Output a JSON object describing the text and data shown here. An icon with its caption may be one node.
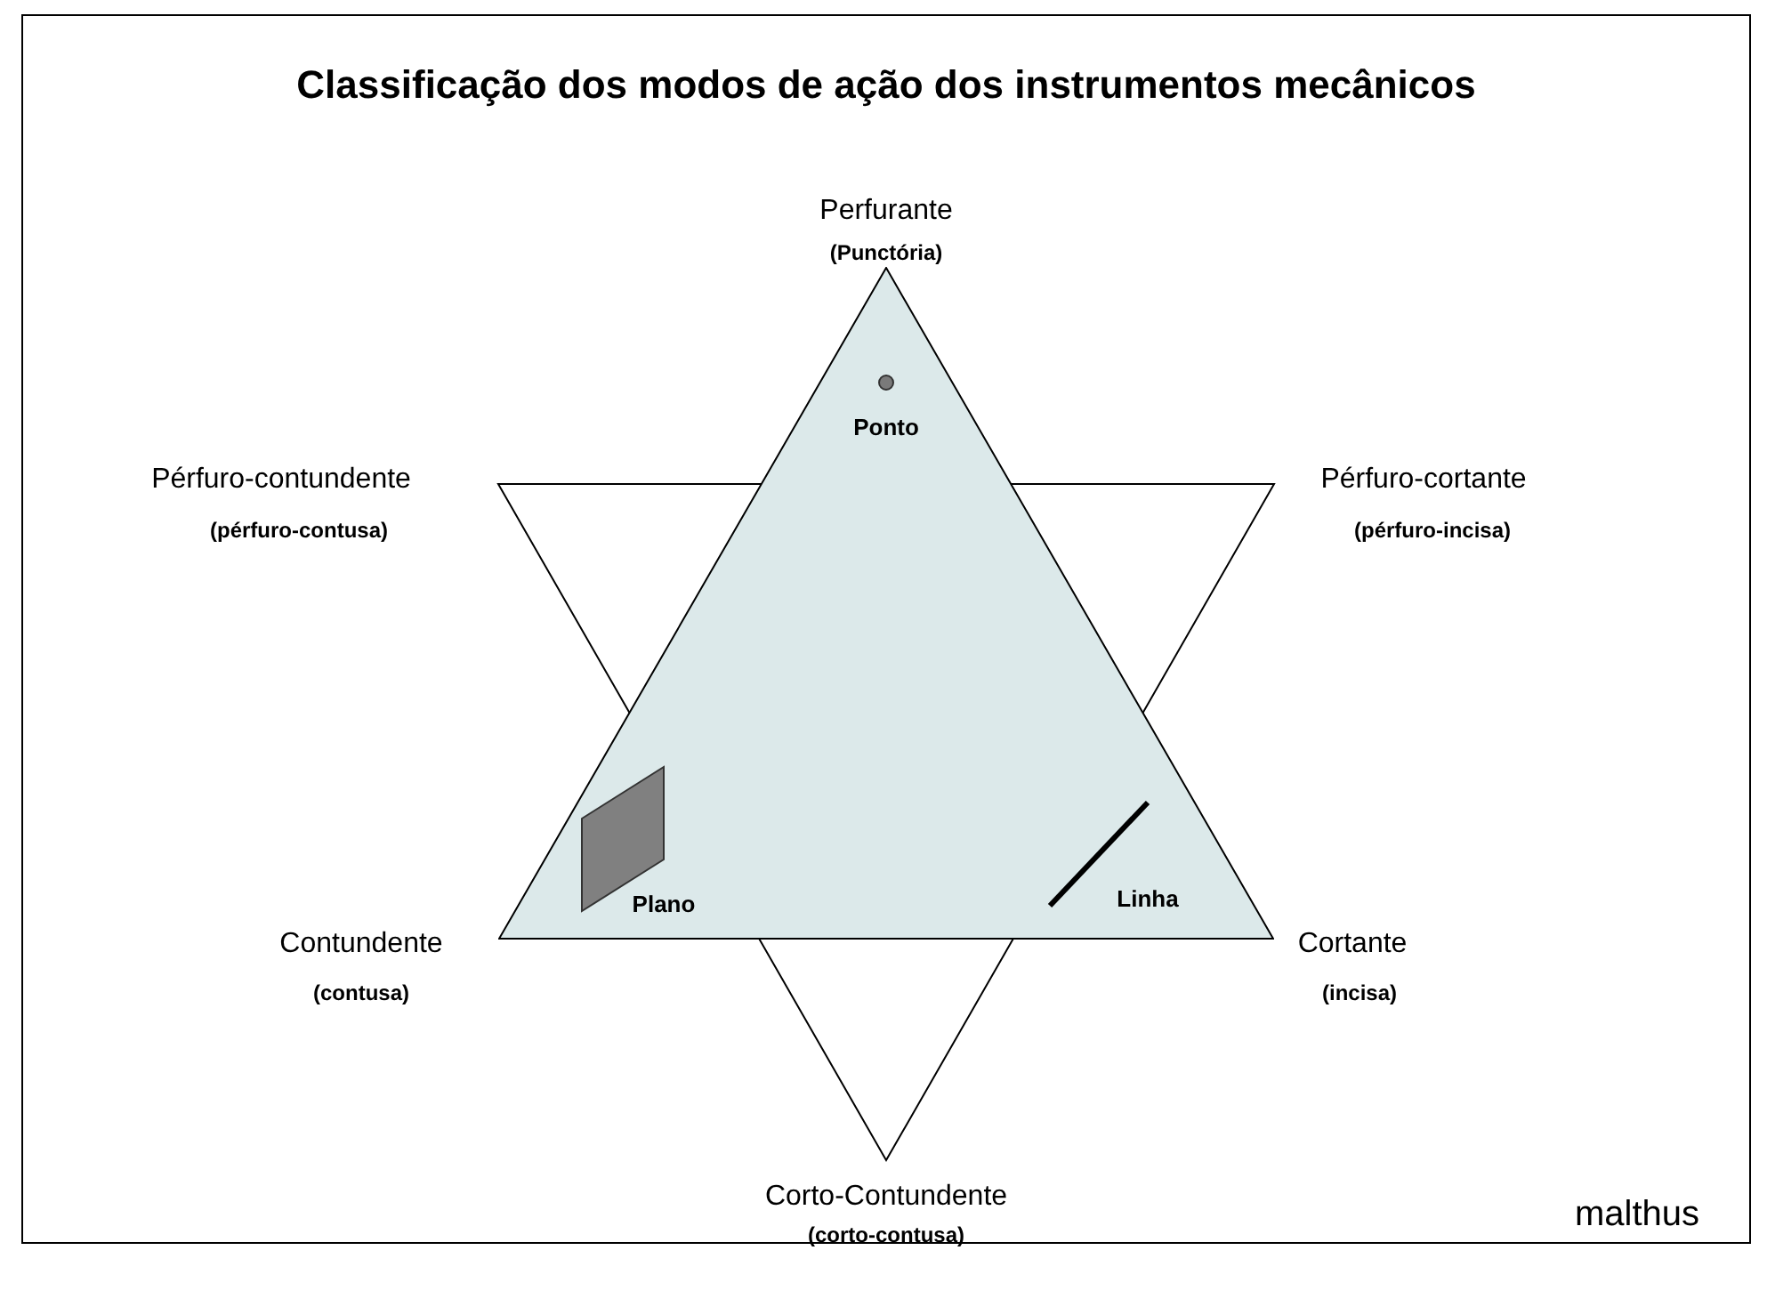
{
  "diagram": {
    "title": "Classificação dos modos de ação dos instrumentos mecânicos",
    "nodes": [
      {
        "text": [
          "Ponto",
          "Plano",
          "Linha"
        ]
      }
    ],
    "labels": [
      "Perfurante",
      "(Punctória)",
      "Pérfuro-contundente",
      "(pérfuro-contusa)",
      "Pérfuro-cortante",
      "(pérfuro-incisa)",
      "Contundente",
      "(contusa)",
      "Cortante",
      "(incisa)",
      "Corto-Contundente",
      "(corto-contusa)",
      "malthus"
    ]
  }
}
